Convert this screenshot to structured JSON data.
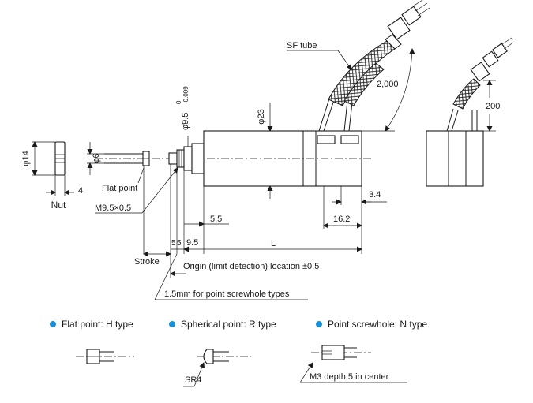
{
  "labels": {
    "nut": "Nut",
    "nut_diameter": "φ14",
    "nut_thickness": "4",
    "rod_diameter": "φ6",
    "flat_point": "Flat point",
    "thread": "M9.5×0.5",
    "shaft_diameter": "φ9.5",
    "shaft_tol_upper": "0",
    "shaft_tol_lower": "-0.009",
    "body_diameter": "φ23",
    "sf_tube": "SF tube",
    "cable_length": "2,000",
    "cable_length_alt": "200",
    "dim_5_5": "5.5",
    "dim_16_2": "16.2",
    "dim_3_4": "3.4",
    "dim_L": "L",
    "dim_stroke_5": "5",
    "dim_stroke_5b": "5",
    "dim_9_5": "9.5",
    "stroke": "Stroke",
    "origin_note": "Origin (limit detection) location ±0.5",
    "screwhole_note": "1.5mm for point screwhole types"
  },
  "legend": [
    {
      "label": "Flat point: H type",
      "color": "#1b8fd6"
    },
    {
      "label": "Spherical point: R type",
      "color": "#1b8fd6"
    },
    {
      "label": "Point screwhole: N type",
      "color": "#1b8fd6"
    }
  ],
  "tip_notes": {
    "spherical": "SR4",
    "screwhole": "M3 depth 5 in center"
  }
}
